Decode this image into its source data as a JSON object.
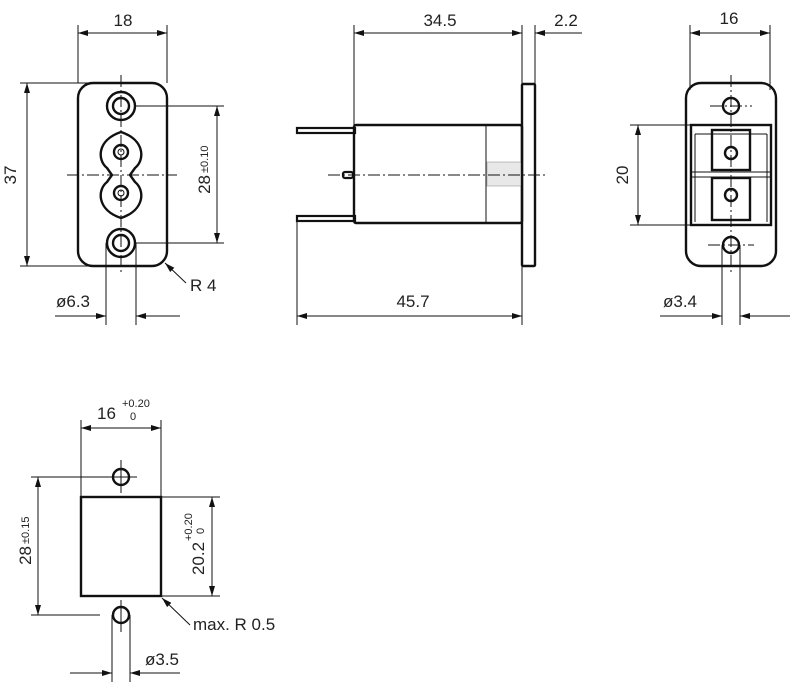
{
  "front_view": {
    "width": "18",
    "height": "37",
    "hole_spacing": "28",
    "hole_spacing_tol": "±0.10",
    "radius": "R 4",
    "hole_diameter": "ø6.3"
  },
  "side_view": {
    "body_length": "34.5",
    "flange_thickness": "2.2",
    "total_length": "45.7"
  },
  "back_view": {
    "width": "16",
    "block_height": "20",
    "hole_diameter": "ø3.4"
  },
  "panel_cutout": {
    "width": "16",
    "width_tol_upper": "+0.20",
    "width_tol_lower": "0",
    "hole_spacing": "28",
    "hole_spacing_tol": "±0.15",
    "height": "20.2",
    "height_tol_upper": "+0.20",
    "height_tol_lower": "0",
    "corner_radius": "max. R 0.5",
    "hole_diameter": "ø3.5"
  }
}
